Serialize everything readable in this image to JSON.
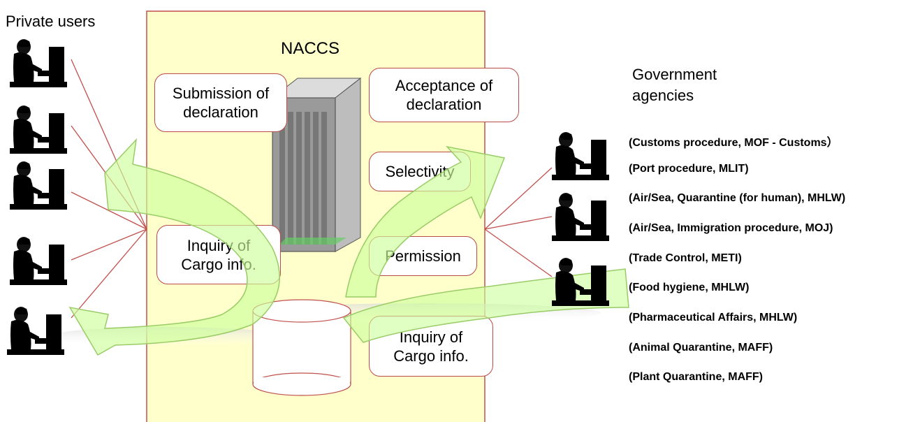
{
  "title": "NACCS",
  "private_users_label": "Private users",
  "government_label": "Government\nagencies",
  "boxes": {
    "submission": "Submission of\ndeclaration",
    "acceptance": "Acceptance of\ndeclaration",
    "selectivity": "Selectivity",
    "permission": "Permission",
    "inquiry_left": "Inquiry of\nCargo info.",
    "inquiry_right": "Inquiry of\nCargo info."
  },
  "agencies": [
    "(Customs procedure, MOF - Customs）",
    "(Port procedure, MLIT)",
    "(Air/Sea, Quarantine (for human), MHLW)",
    "(Air/Sea, Immigration procedure, MOJ)",
    "(Trade Control, METI)",
    "(Food hygiene, MHLW)",
    "(Pharmaceutical Affairs, MHLW)",
    "(Animal Quarantine, MAFF)",
    "(Plant Quarantine, MAFF)"
  ],
  "colors": {
    "panel_fill": "#ffffcc",
    "panel_border": "#c0504d",
    "arrow_fill": "#ccff99",
    "arrow_stroke": "#99cc66",
    "line": "#c0504d"
  }
}
